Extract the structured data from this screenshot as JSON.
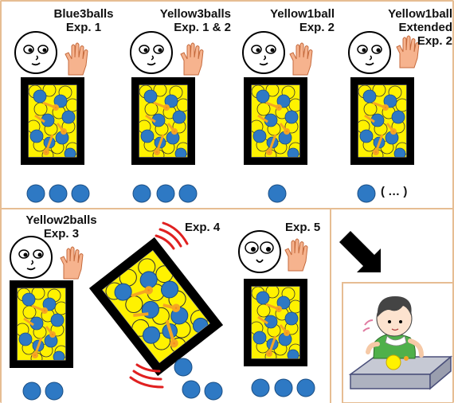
{
  "colors": {
    "frame": "#e6bd93",
    "box": "#000000",
    "ball_blue": "#2e79c4",
    "ball_yellow": "#fff200",
    "rod": "#f5a623",
    "motion": "#e02020",
    "table": "#b8bcc9"
  },
  "panels": [
    {
      "title_lines": [
        "Blue3balls",
        "Exp. 1"
      ],
      "balls_shown": 3,
      "extra": ""
    },
    {
      "title_lines": [
        "Yellow3balls",
        "Exp. 1 & 2"
      ],
      "balls_shown": 3,
      "extra": ""
    },
    {
      "title_lines": [
        "Yellow1ball",
        "Exp. 2"
      ],
      "balls_shown": 1,
      "extra": ""
    },
    {
      "title_lines": [
        "Yellow1ball",
        "Extended",
        "Exp. 2"
      ],
      "balls_shown": 1,
      "extra": "( … )"
    },
    {
      "title_lines": [
        "Yellow2balls",
        "Exp. 3"
      ],
      "balls_shown": 2,
      "extra": ""
    },
    {
      "title_lines": [
        "Exp. 4"
      ],
      "balls_shown": 3,
      "extra": ""
    },
    {
      "title_lines": [
        "Exp. 5"
      ],
      "balls_shown": 3,
      "extra": ""
    }
  ],
  "icons": [
    "face-icon",
    "hand-icon",
    "arrow-icon",
    "child-icon"
  ]
}
